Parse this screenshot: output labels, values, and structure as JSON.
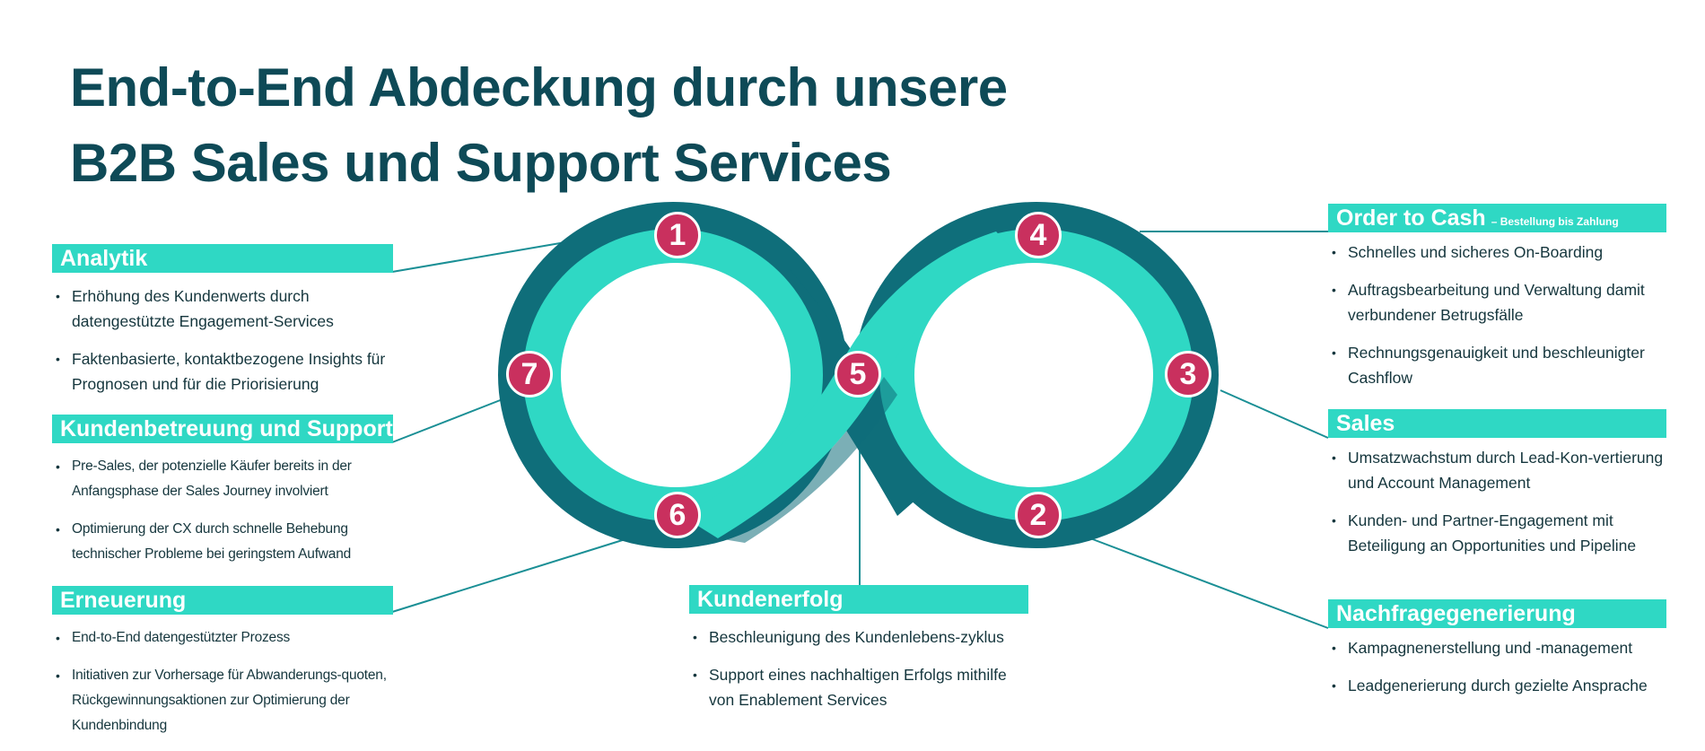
{
  "title": {
    "line1": "End-to-End Abdeckung durch unsere",
    "line2": "B2B Sales und Support Services"
  },
  "colors": {
    "title": "#0e4a57",
    "ring_outer": "#0f6e7a",
    "ring_inner": "#2fd8c4",
    "label_bar": "#2fd8c4",
    "number_badge": "#c9305e"
  },
  "numbers": [
    "1",
    "2",
    "3",
    "4",
    "5",
    "6",
    "7"
  ],
  "analytik": {
    "heading": "Analytik",
    "items": [
      "Erhöhung des Kundenwerts durch datengestützte Engagement-Services",
      "Faktenbasierte, kontaktbezogene Insights für Prognosen und für die Priorisierung"
    ]
  },
  "kundenbetreuung": {
    "heading": "Kundenbetreuung und Support",
    "items": [
      "Pre-Sales, der potenzielle Käufer bereits in der Anfangsphase der Sales Journey involviert",
      "Optimierung der CX durch schnelle Behebung technischer Probleme bei geringstem Aufwand"
    ]
  },
  "erneuerung": {
    "heading": "Erneuerung",
    "items": [
      "End-to-End datengestützter Prozess",
      "Initiativen zur Vorhersage für Abwanderungs-quoten, Rückgewinnungsaktionen zur Optimierung der Kundenbindung"
    ]
  },
  "kundenerfolg": {
    "heading": "Kundenerfolg",
    "items": [
      "Beschleunigung des Kundenlebens-zyklus",
      "Support eines nachhaltigen Erfolgs mithilfe von Enablement Services"
    ]
  },
  "order_to_cash": {
    "heading": "Order to Cash",
    "subheading": "– Bestellung bis Zahlung",
    "items": [
      "Schnelles und sicheres On-Boarding",
      "Auftragsbearbeitung und Verwaltung damit verbundener Betrugsfälle",
      "Rechnungsgenauigkeit und beschleunigter Cashflow"
    ]
  },
  "sales": {
    "heading": "Sales",
    "items": [
      "Umsatzwachstum durch Lead-Kon-vertierung und Account Management",
      "Kunden- und Partner-Engagement mit Beteiligung an Opportunities und Pipeline"
    ]
  },
  "nachfrage": {
    "heading": "Nachfragegenerierung",
    "items": [
      "Kampagnenerstellung und -management",
      "Leadgenerierung durch gezielte Ansprache"
    ]
  }
}
